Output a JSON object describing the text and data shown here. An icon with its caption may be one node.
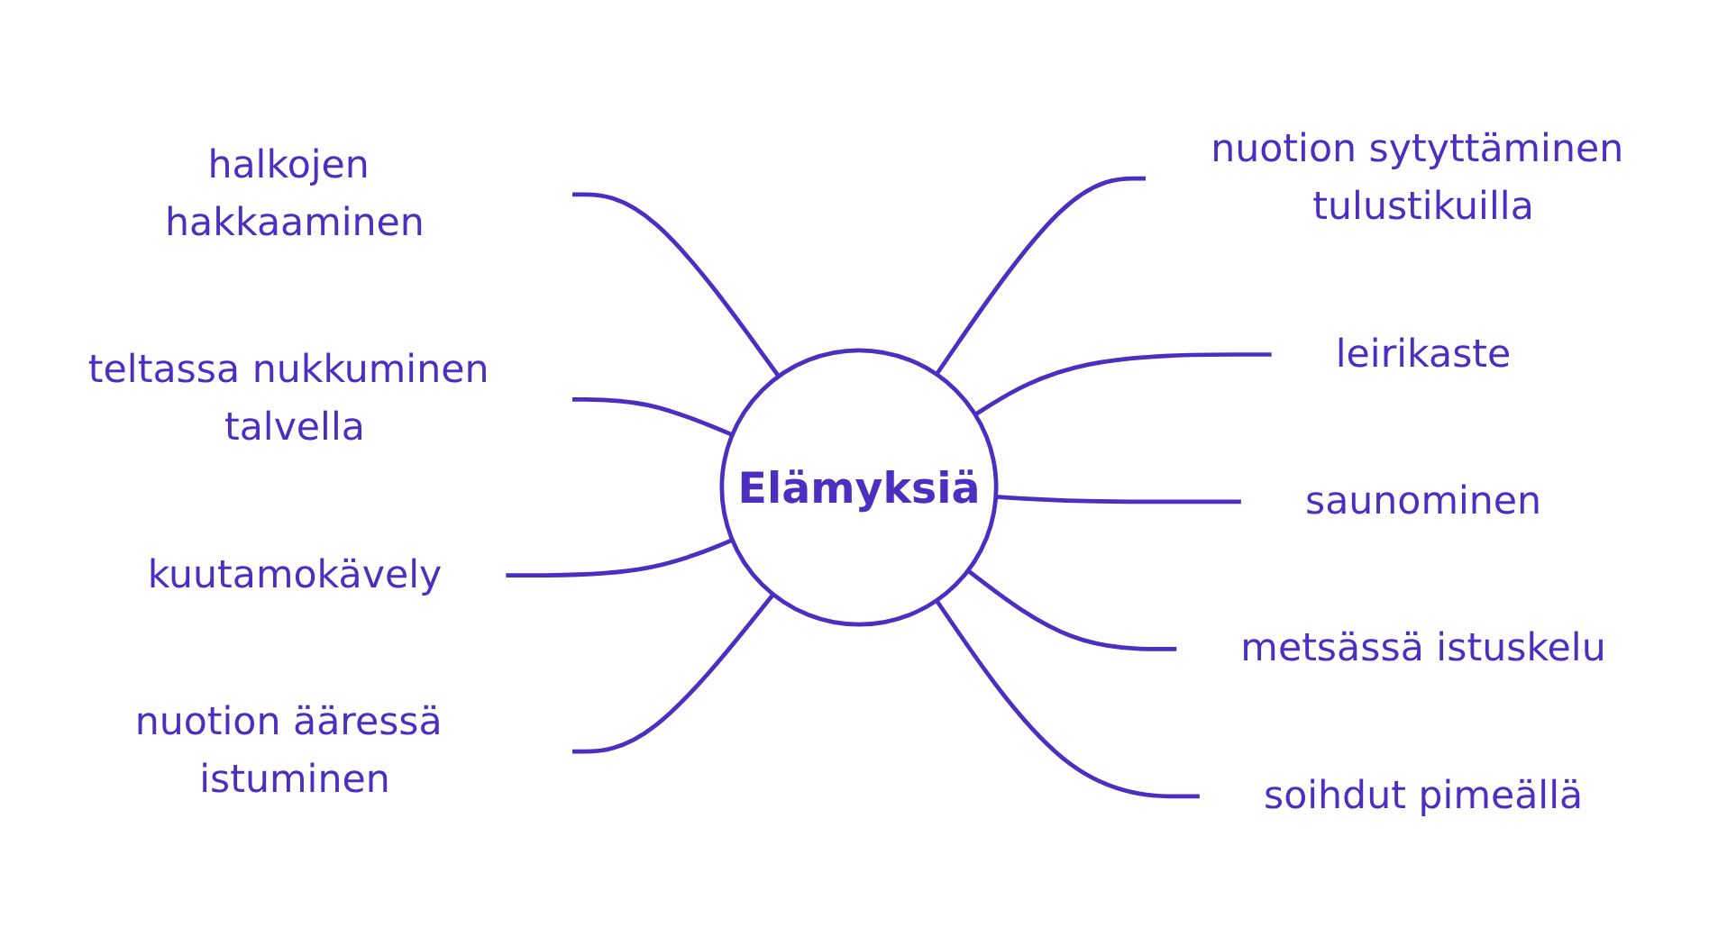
{
  "diagram": {
    "nodes": [
      {
        "text": [
          "Elämyksiä"
        ]
      },
      {
        "text": [
          "halkojen hakkaaminen"
        ]
      },
      {
        "text": [
          "nuotion sytyttäminen tulustikuilla"
        ]
      },
      {
        "text": [
          "leirikaste"
        ]
      },
      {
        "text": [
          "teltassa nukkuminen talvella"
        ]
      },
      {
        "text": [
          "saunominen"
        ]
      },
      {
        "text": [
          "kuutamokävely"
        ]
      },
      {
        "text": [
          "metsässä istuskelu"
        ]
      },
      {
        "text": [
          "nuotion ääressä istuminen"
        ]
      },
      {
        "text": [
          "soihdut pimeällä"
        ]
      }
    ],
    "edges": [
      {
        "from": 1,
        "to": 0,
        "arrow": "none"
      },
      {
        "from": 0,
        "to": 2,
        "arrow": "none"
      },
      {
        "from": 0,
        "to": 3,
        "arrow": "none"
      },
      {
        "from": 4,
        "to": 0,
        "arrow": "none"
      },
      {
        "from": 0,
        "to": 5,
        "arrow": "none"
      },
      {
        "from": 6,
        "to": 0,
        "arrow": "none"
      },
      {
        "from": 0,
        "to": 7,
        "arrow": "none"
      },
      {
        "from": 8,
        "to": 0,
        "arrow": "none"
      },
      {
        "from": 0,
        "to": 9,
        "arrow": "none"
      }
    ]
  }
}
